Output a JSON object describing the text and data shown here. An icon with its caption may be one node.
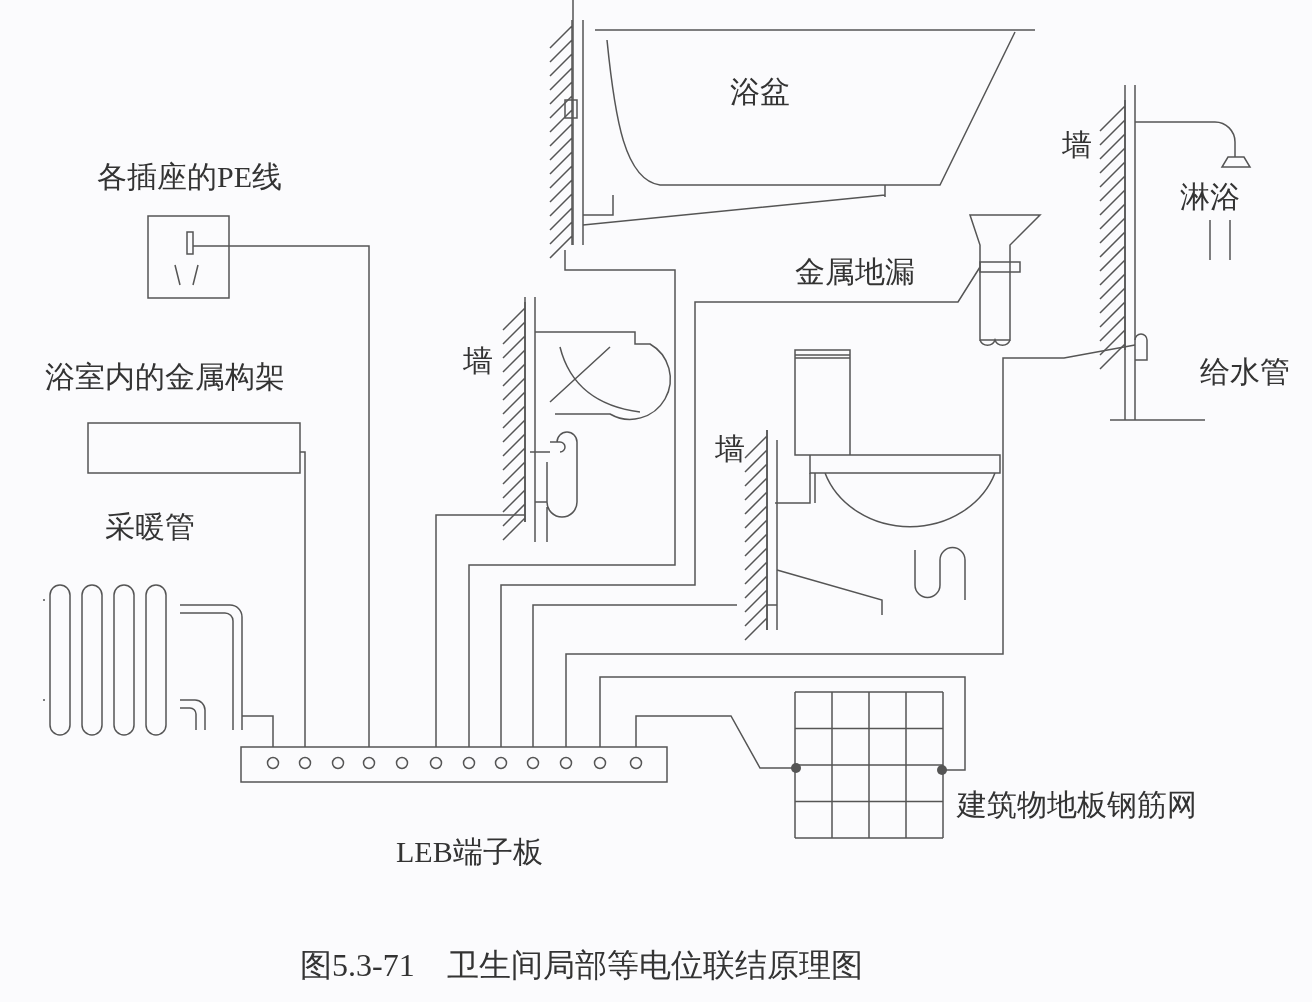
{
  "diagram": {
    "caption": "图5.3-71　卫生间局部等电位联结原理图",
    "nodes": [
      {
        "text": [
          "各插座的PE线"
        ]
      },
      {
        "text": [
          "浴室内的金属构架"
        ]
      },
      {
        "text": [
          "采暖管"
        ]
      },
      {
        "text": [
          "墙"
        ]
      },
      {
        "text": [
          "浴盆"
        ]
      },
      {
        "text": [
          "金属地漏"
        ]
      },
      {
        "text": [
          "墙"
        ]
      },
      {
        "text": [
          "墙",
          "淋浴",
          "给水管"
        ]
      },
      {
        "text": [
          "LEB端子板"
        ]
      },
      {
        "text": [],
        "shape": "picture",
        "beside": [
          "建筑物地板钢筋网"
        ]
      }
    ],
    "edges": [
      {
        "from": 2,
        "to": 8,
        "arrow": "none"
      },
      {
        "from": 1,
        "to": 8,
        "arrow": "none"
      },
      {
        "from": 0,
        "to": 8,
        "arrow": "none"
      },
      {
        "from": 3,
        "to": 8,
        "arrow": "none"
      },
      {
        "from": 4,
        "to": 8,
        "arrow": "none"
      },
      {
        "from": 5,
        "to": 8,
        "arrow": "none"
      },
      {
        "from": 6,
        "to": 8,
        "arrow": "none"
      },
      {
        "from": 7,
        "to": 8,
        "arrow": "none"
      },
      {
        "from": 9,
        "to": 8,
        "arrow": "none"
      },
      {
        "from": 9,
        "to": 8,
        "arrow": "none"
      }
    ]
  }
}
